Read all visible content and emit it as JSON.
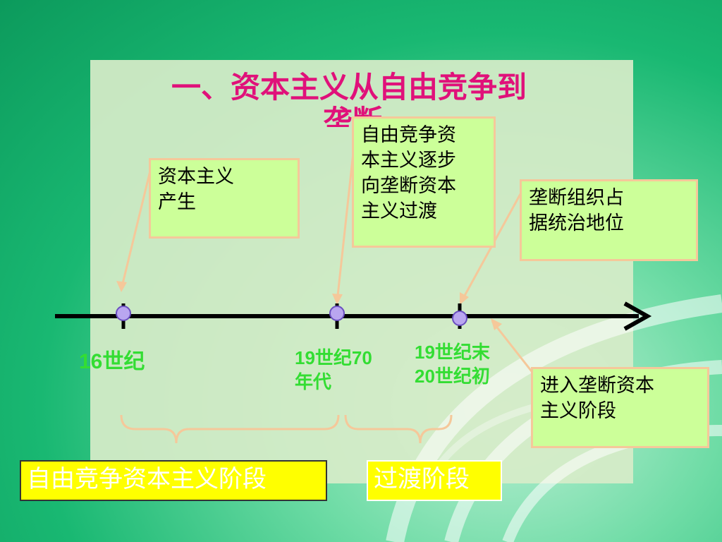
{
  "title": {
    "line1": "一、资本主义从自由竞争到",
    "line2": "垄断"
  },
  "boxes": {
    "b1": [
      "资本主义",
      "产生"
    ],
    "b2": [
      "自由竞争资",
      "本主义逐步",
      "向垄断资本",
      "主义过渡"
    ],
    "b3": [
      "垄断组织占",
      "据统治地位"
    ],
    "b4": [
      "进入垄断资本",
      "主义阶段"
    ]
  },
  "timeline_labels": {
    "t1": [
      "16世纪"
    ],
    "t2": [
      "19世纪70",
      "年代"
    ],
    "t3": [
      "19世纪末",
      "20世纪初"
    ]
  },
  "stages": {
    "s1": "自由竞争资本主义阶段",
    "s2": "过渡阶段"
  },
  "colors": {
    "title": "#e0117a",
    "box_fill": "#ccff99",
    "box_border": "#f5c89a",
    "timeline_label": "#33dd33",
    "stage_fill": "#ffff00",
    "arrow": "#f5c89a",
    "axis": "#000000"
  }
}
